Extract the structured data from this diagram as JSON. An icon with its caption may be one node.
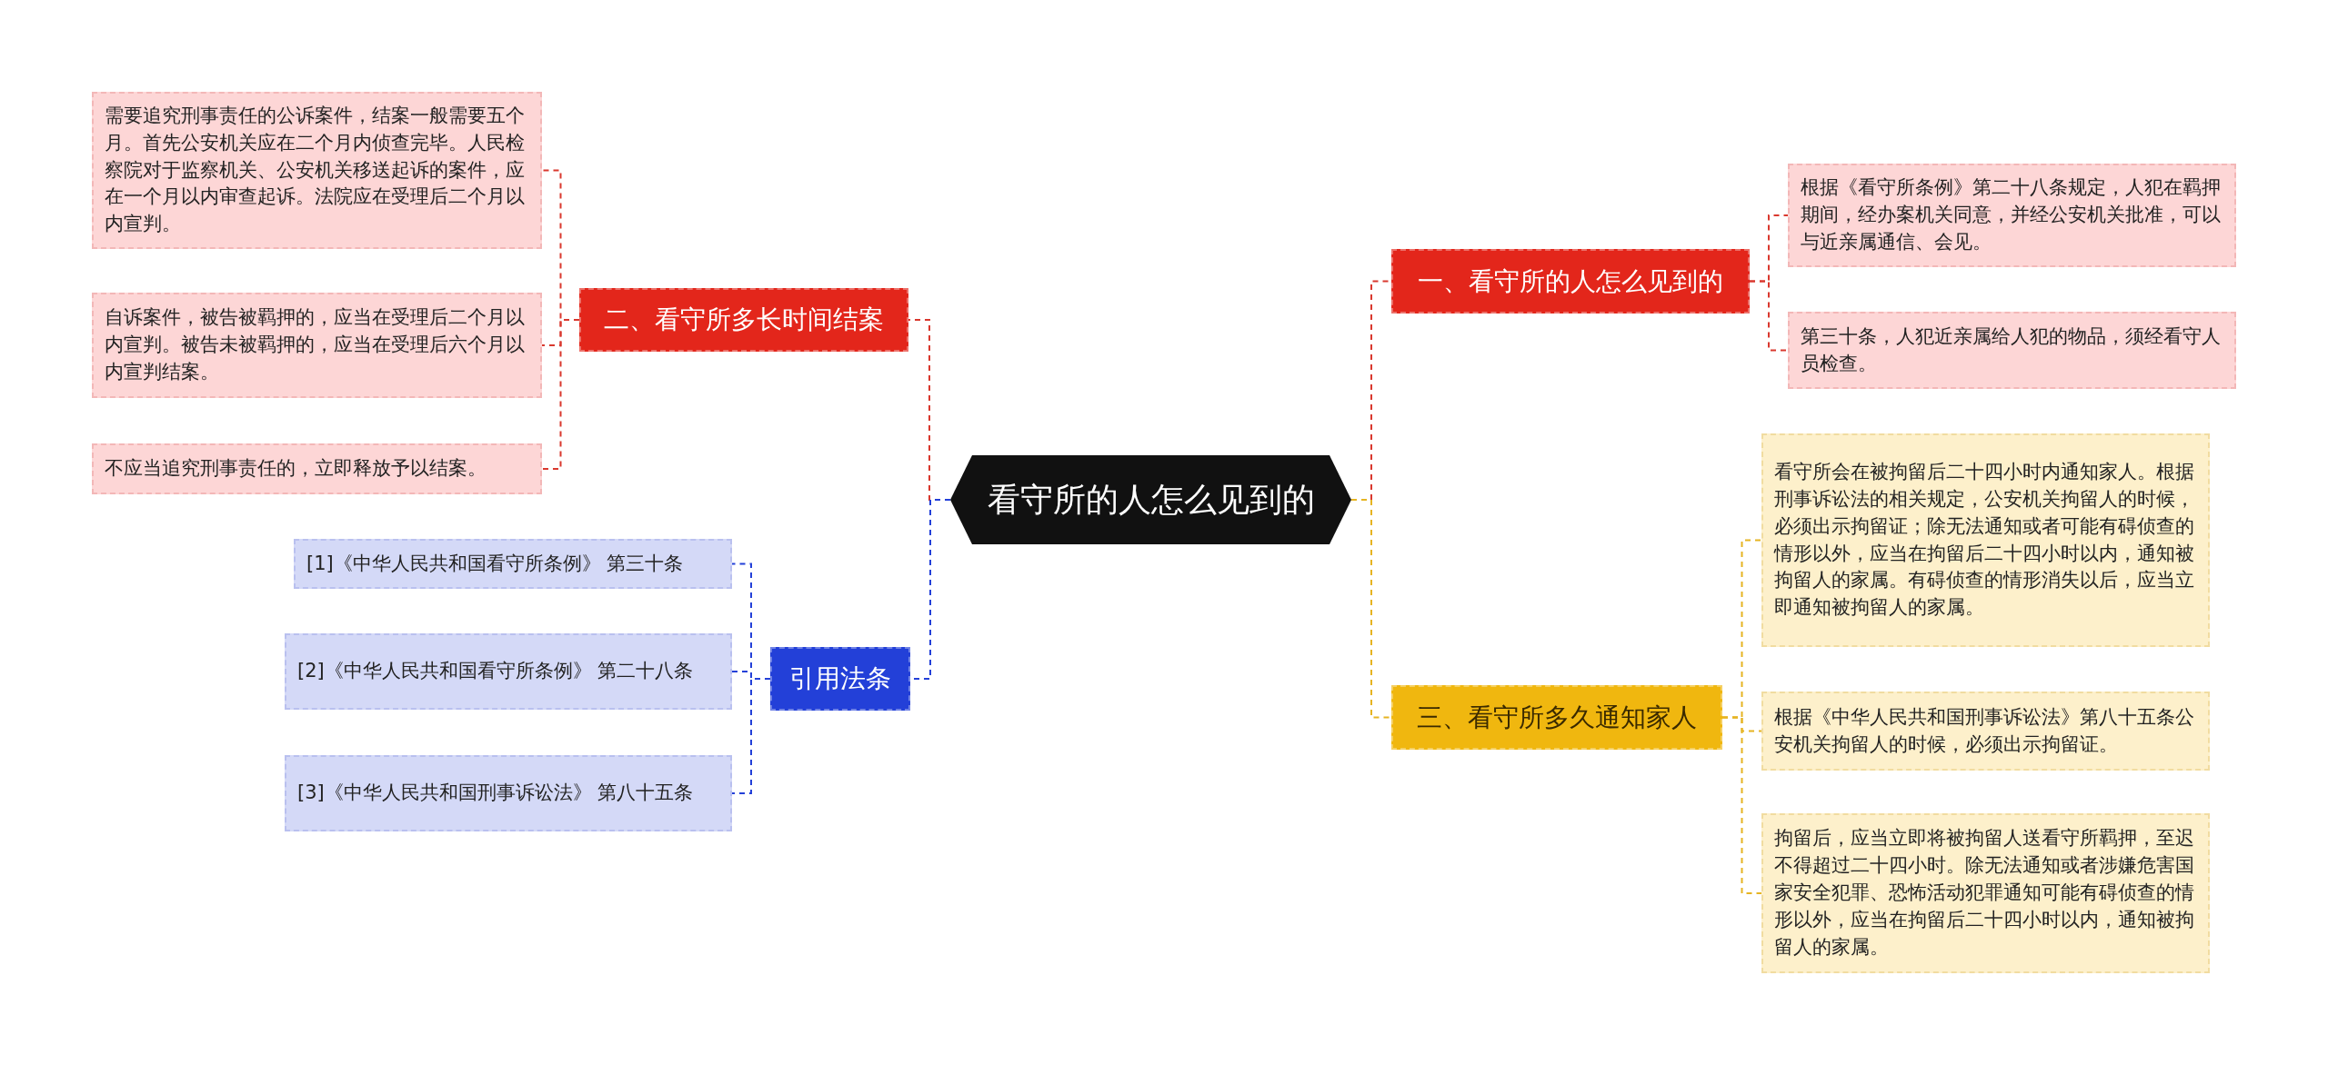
{
  "diagram": {
    "nodes": [
      {
        "text": [
          "看守所的人怎么见到的"
        ]
      },
      {
        "text": [
          "二、看守所多长时间结案"
        ]
      },
      {
        "text": [
          "需要追究刑事责任的公诉案件，结案一般需要五个月。首先公安机关应在二个月内侦查完毕。人民检察院对于监察机关、公安机关移送起诉的案件，应在一个月以内审查起诉。法院应在受理后二个月以内宣判。"
        ]
      },
      {
        "text": [
          "自诉案件，被告被羁押的，应当在受理后二个月以内宣判。被告未被羁押的，应当在受理后六个月以内宣判结案。"
        ]
      },
      {
        "text": [
          "不应当追究刑事责任的，立即释放予以结案。"
        ]
      },
      {
        "text": [
          "引用法条"
        ]
      },
      {
        "text": [
          "[1]《中华人民共和国看守所条例》 第三十条"
        ]
      },
      {
        "text": [
          "[2]《中华人民共和国看守所条例》 第二十八条"
        ]
      },
      {
        "text": [
          "[3]《中华人民共和国刑事诉讼法》 第八十五条"
        ]
      },
      {
        "text": [
          "一、看守所的人怎么见到的"
        ]
      },
      {
        "text": [
          "根据《看守所条例》第二十八条规定，人犯在羁押期间，经办案机关同意，并经公安机关批准，可以与近亲属通信、会见。"
        ]
      },
      {
        "text": [
          "第三十条，人犯近亲属给人犯的物品，须经看守人员检查。"
        ]
      },
      {
        "text": [
          "三、看守所多久通知家人"
        ]
      },
      {
        "text": [
          "看守所会在被拘留后二十四小时内通知家人。根据刑事诉讼法的相关规定，公安机关拘留人的时候，必须出示拘留证；除无法通知或者可能有碍侦查的情形以外，应当在拘留后二十四小时以内，通知被拘留人的家属。有碍侦查的情形消失以后，应当立即通知被拘留人的家属。"
        ]
      },
      {
        "text": [
          "根据《中华人民共和国刑事诉讼法》第八十五条公安机关拘留人的时候，必须出示拘留证。"
        ]
      },
      {
        "text": [
          "拘留后，应当立即将被拘留人送看守所羁押，至迟不得超过二十四小时。除无法通知或者涉嫌危害国家安全犯罪、恐怖活动犯罪通知可能有碍侦查的情形以外，应当在拘留后二十四小时以内，通知被拘留人的家属。"
        ]
      }
    ],
    "edges": [
      {
        "from": 0,
        "to": 9,
        "arrow": "none",
        "style": "dashed",
        "color": "#d9382e"
      },
      {
        "from": 0,
        "to": 12,
        "arrow": "none",
        "style": "dashed",
        "color": "#e6b422"
      },
      {
        "from": 0,
        "to": 1,
        "arrow": "none",
        "style": "dashed",
        "color": "#d9382e"
      },
      {
        "from": 0,
        "to": 5,
        "arrow": "none",
        "style": "dashed",
        "color": "#2340d8"
      },
      {
        "from": 1,
        "to": 2,
        "arrow": "none",
        "style": "dashed",
        "color": "#d9382e"
      },
      {
        "from": 1,
        "to": 3,
        "arrow": "none",
        "style": "dashed",
        "color": "#d9382e"
      },
      {
        "from": 1,
        "to": 4,
        "arrow": "none",
        "style": "dashed",
        "color": "#d9382e"
      },
      {
        "from": 5,
        "to": 6,
        "arrow": "none",
        "style": "dashed",
        "color": "#2340d8"
      },
      {
        "from": 5,
        "to": 7,
        "arrow": "none",
        "style": "dashed",
        "color": "#2340d8"
      },
      {
        "from": 5,
        "to": 8,
        "arrow": "none",
        "style": "dashed",
        "color": "#2340d8"
      },
      {
        "from": 9,
        "to": 10,
        "arrow": "none",
        "style": "dashed",
        "color": "#d9382e"
      },
      {
        "from": 9,
        "to": 11,
        "arrow": "none",
        "style": "dashed",
        "color": "#d9382e"
      },
      {
        "from": 12,
        "to": 13,
        "arrow": "none",
        "style": "dashed",
        "color": "#e6b422"
      },
      {
        "from": 12,
        "to": 14,
        "arrow": "none",
        "style": "dashed",
        "color": "#e6b422"
      },
      {
        "from": 12,
        "to": 15,
        "arrow": "none",
        "style": "dashed",
        "color": "#e6b422"
      }
    ]
  }
}
